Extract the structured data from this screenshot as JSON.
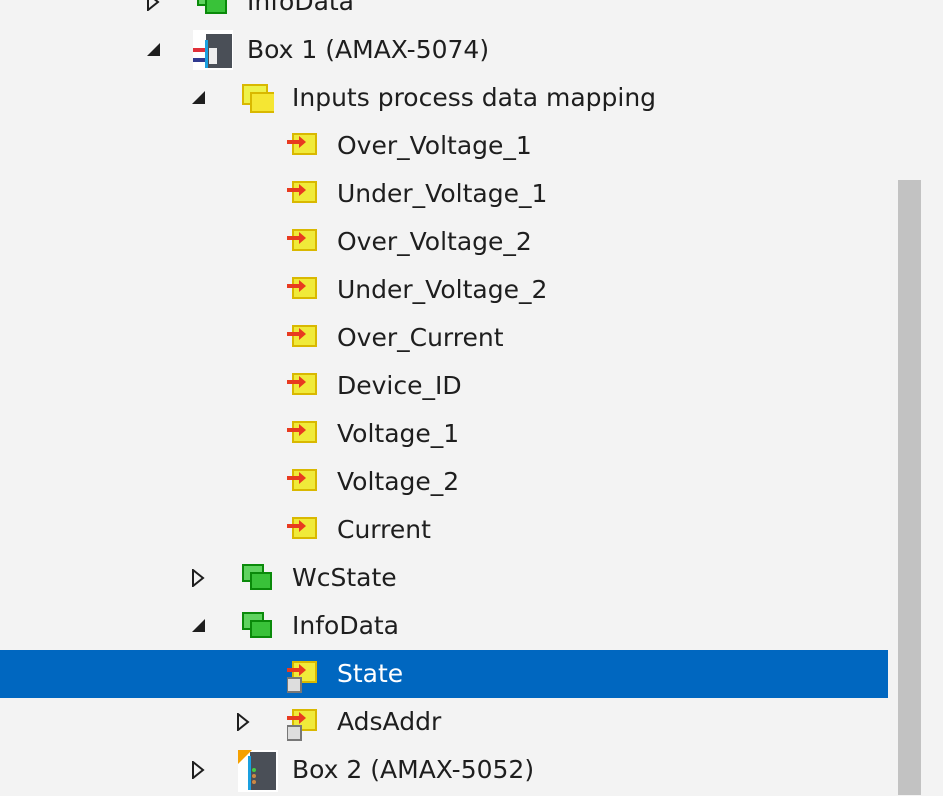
{
  "tree": [
    {
      "label": "InfoData",
      "level": 0,
      "toggle": "collapsed",
      "icon": "green-group-icon"
    },
    {
      "label": "Box 1 (AMAX-5074)",
      "level": 0,
      "toggle": "expanded",
      "icon": "box-device-icon"
    },
    {
      "label": "Inputs process data mapping",
      "level": 1,
      "toggle": "expanded",
      "icon": "yellow-group-icon"
    },
    {
      "label": "Over_Voltage_1",
      "level": 2,
      "toggle": "none",
      "icon": "input-variable-icon"
    },
    {
      "label": "Under_Voltage_1",
      "level": 2,
      "toggle": "none",
      "icon": "input-variable-icon"
    },
    {
      "label": "Over_Voltage_2",
      "level": 2,
      "toggle": "none",
      "icon": "input-variable-icon"
    },
    {
      "label": "Under_Voltage_2",
      "level": 2,
      "toggle": "none",
      "icon": "input-variable-icon"
    },
    {
      "label": "Over_Current",
      "level": 2,
      "toggle": "none",
      "icon": "input-variable-icon"
    },
    {
      "label": "Device_ID",
      "level": 2,
      "toggle": "none",
      "icon": "input-variable-icon"
    },
    {
      "label": "Voltage_1",
      "level": 2,
      "toggle": "none",
      "icon": "input-variable-icon"
    },
    {
      "label": "Voltage_2",
      "level": 2,
      "toggle": "none",
      "icon": "input-variable-icon"
    },
    {
      "label": "Current",
      "level": 2,
      "toggle": "none",
      "icon": "input-variable-icon"
    },
    {
      "label": "WcState",
      "level": 1,
      "toggle": "collapsed",
      "icon": "green-group-icon"
    },
    {
      "label": "InfoData",
      "level": 1,
      "toggle": "expanded",
      "icon": "green-group-icon"
    },
    {
      "label": "State",
      "level": 2,
      "toggle": "none",
      "icon": "linked-input-variable-icon",
      "selected": true
    },
    {
      "label": "AdsAddr",
      "level": 2,
      "toggle": "collapsed",
      "icon": "linked-input-variable-icon"
    },
    {
      "label": "Box 2 (AMAX-5052)",
      "level": 1,
      "toggle": "collapsed",
      "icon": "box2-device-icon"
    }
  ],
  "colors": {
    "selection": "#0067c0",
    "background": "#f3f3f3"
  }
}
